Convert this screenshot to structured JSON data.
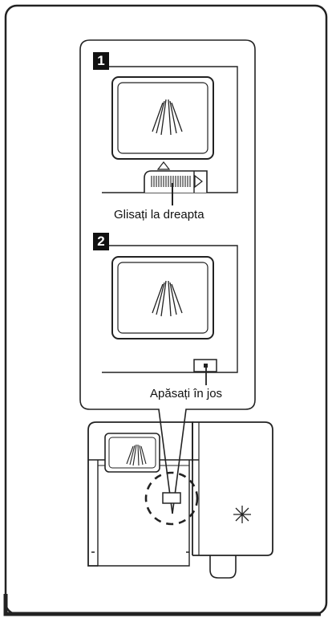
{
  "steps": [
    {
      "number": "1",
      "caption": "Glisați la dreapta"
    },
    {
      "number": "2",
      "caption": "Apăsați în jos"
    }
  ],
  "colors": {
    "line": "#111111",
    "background": "#ffffff"
  },
  "icons": [
    "rinse-aid-indicator-icon",
    "slide-arrow-icon",
    "sparkle-icon"
  ]
}
